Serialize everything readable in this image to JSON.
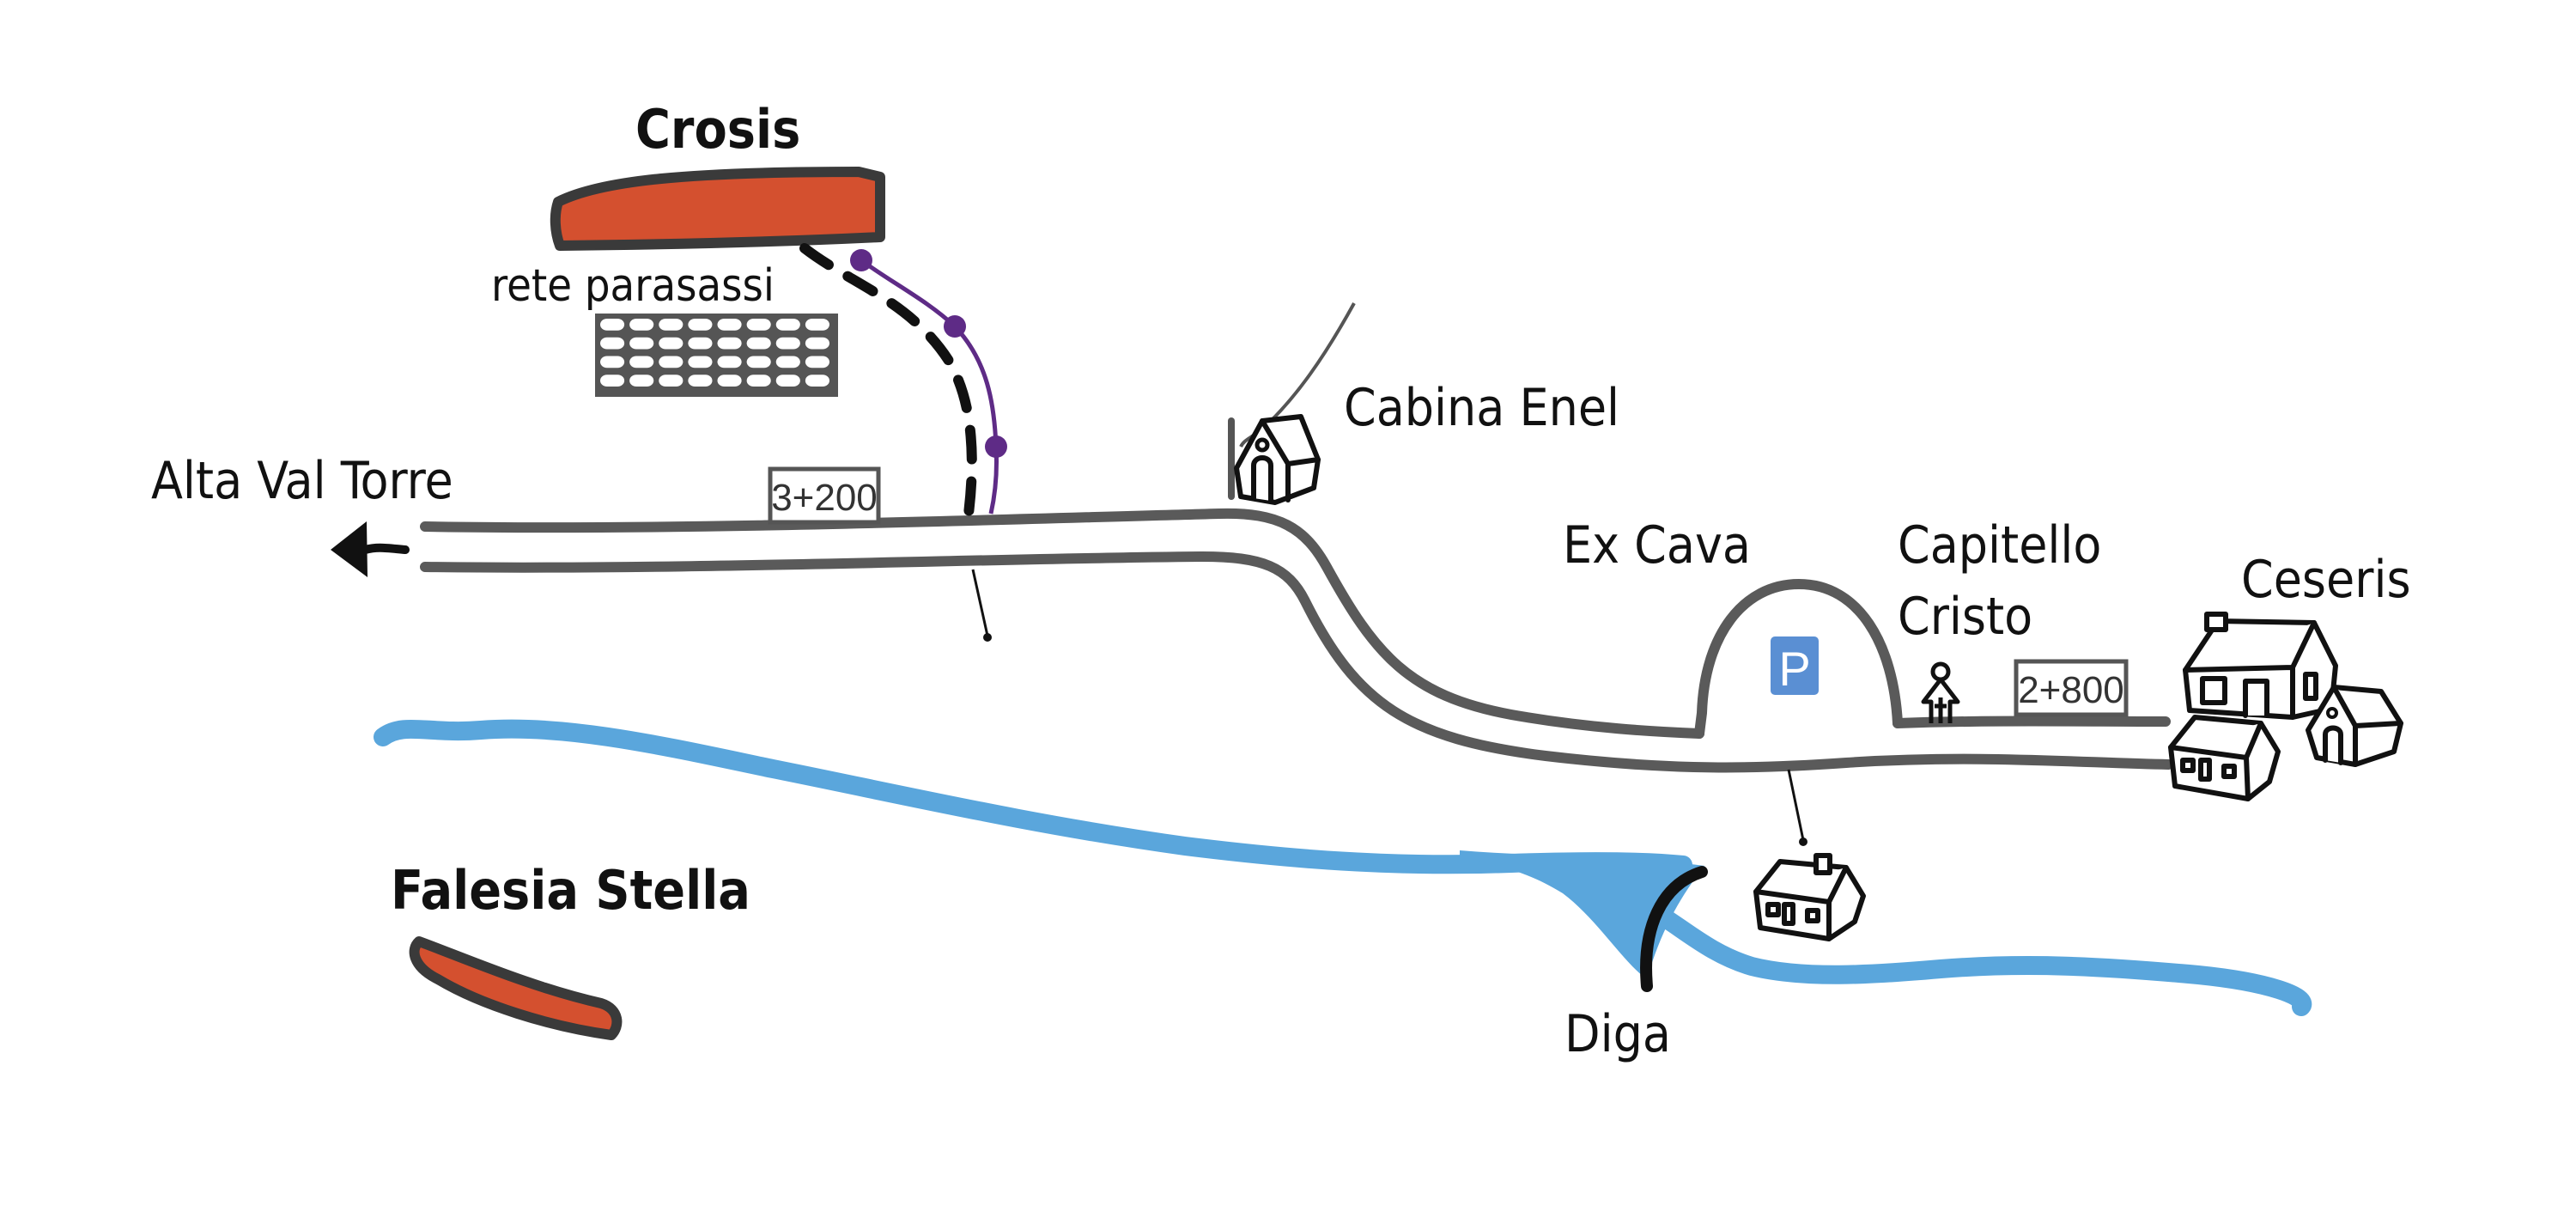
{
  "map": {
    "title": "Crosis area sketch map",
    "colors": {
      "crag_fill": "#d4502f",
      "crag_outline": "#3a3a3a",
      "road": "#5a5a5a",
      "river": "#5aa6dc",
      "trail_purple": "#5e2b86",
      "parking_sign": "#5a8fd3",
      "text": "#111111"
    },
    "labels": {
      "crosis": "Crosis",
      "rete_parasassi": "rete parasassi",
      "alta_val_torre": "Alta Val Torre",
      "cabina_enel": "Cabina Enel",
      "ex_cava": "Ex Cava",
      "capitello_line1": "Capitello",
      "capitello_line2": "Cristo",
      "ceseris": "Ceseris",
      "falesia_stella": "Falesia Stella",
      "diga": "Diga"
    },
    "road_markers": {
      "km_west": "3+200",
      "km_east": "2+800"
    },
    "parking": {
      "symbol": "P"
    },
    "icons": {
      "direction_arrow": "arrow-left-icon",
      "cabina": "house-icon",
      "shrine": "shrine-icon",
      "village": "houses-icon",
      "dam": "dam-icon",
      "net": "rockfall-net-icon"
    }
  }
}
